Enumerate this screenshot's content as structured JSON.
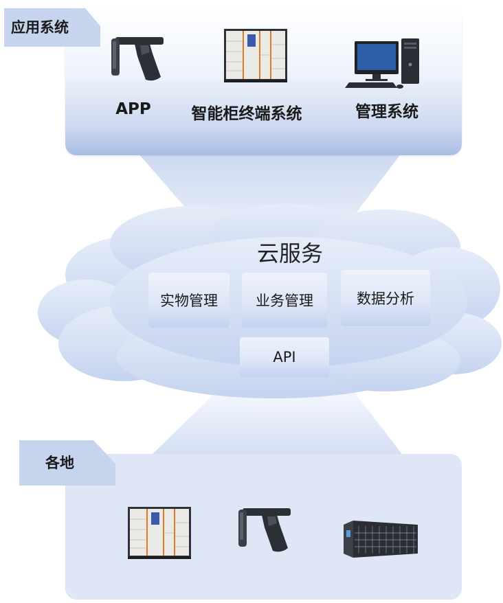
{
  "top_section": {
    "tab_label": "应用系统",
    "items": [
      {
        "label": "APP",
        "icon": "handheld-scanner-icon"
      },
      {
        "label": "智能柜终端系统",
        "icon": "smart-locker-icon"
      },
      {
        "label": "管理系统",
        "icon": "desktop-computer-icon"
      }
    ]
  },
  "cloud": {
    "title": "云服务",
    "modules": [
      "实物管理",
      "业务管理",
      "数据分析"
    ],
    "api_label": "API"
  },
  "bottom_section": {
    "tab_label": "各地",
    "icons": [
      "smart-locker-icon",
      "handheld-scanner-icon",
      "server-rack-icon"
    ]
  },
  "colors": {
    "panel_light": "#dfe7f6",
    "tab": "#c6d4ee",
    "cloud": "#d3def3",
    "locker_accent": "#e07a2a"
  }
}
